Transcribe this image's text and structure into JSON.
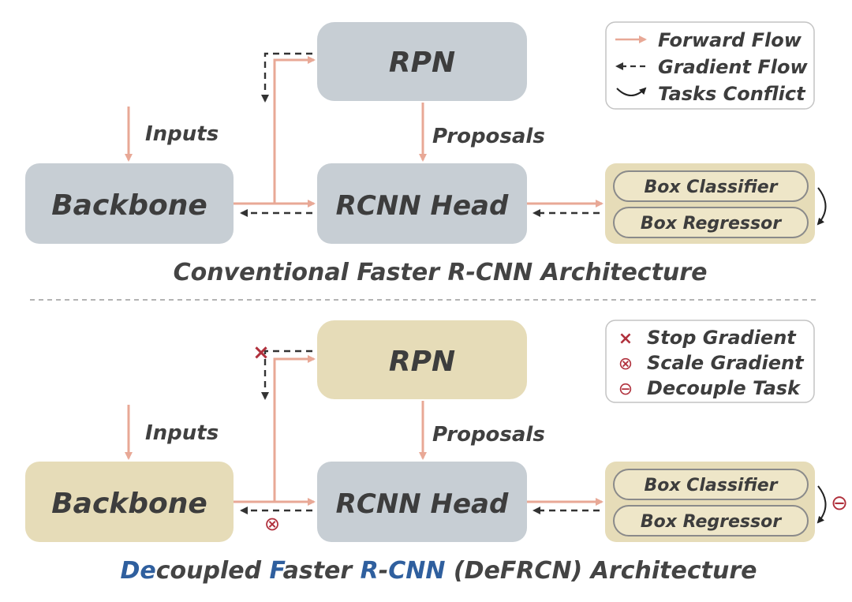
{
  "colors": {
    "gray_block": "#c7ced4",
    "tan_block": "#e6dcb8",
    "forward_flow": "#e8a896",
    "gradient_flow": "#333333",
    "mark_red": "#b0303c",
    "caption_blue": "#2f5f9e"
  },
  "legend_top": {
    "items": [
      {
        "icon": "forward-flow-arrow-icon",
        "label": "Forward Flow"
      },
      {
        "icon": "gradient-flow-arrow-icon",
        "label": "Gradient Flow"
      },
      {
        "icon": "tasks-conflict-icon",
        "label": "Tasks Conflict"
      }
    ]
  },
  "legend_bottom": {
    "items": [
      {
        "icon": "stop-gradient-icon",
        "glyph": "×",
        "label": "Stop  Gradient"
      },
      {
        "icon": "scale-gradient-icon",
        "glyph": "⊗",
        "label": "Scale Gradient"
      },
      {
        "icon": "decouple-task-icon",
        "glyph": "⊖",
        "label": "Decouple Task"
      }
    ]
  },
  "conventional": {
    "rpn": "RPN",
    "backbone": "Backbone",
    "rcnn_head": "RCNN Head",
    "inputs": "Inputs",
    "proposals": "Proposals",
    "box_classifier": "Box Classifier",
    "box_regressor": "Box Regressor",
    "caption": "Conventional Faster R-CNN Architecture"
  },
  "decoupled": {
    "rpn": "RPN",
    "backbone": "Backbone",
    "rcnn_head": "RCNN Head",
    "inputs": "Inputs",
    "proposals": "Proposals",
    "box_classifier": "Box Classifier",
    "box_regressor": "Box Regressor",
    "stop_glyph": "×",
    "scale_glyph": "⊗",
    "decouple_glyph": "⊖",
    "caption_parts": [
      {
        "text": "De",
        "blue": true
      },
      {
        "text": "coupled ",
        "blue": false
      },
      {
        "text": "F",
        "blue": true
      },
      {
        "text": "aster ",
        "blue": false
      },
      {
        "text": "R",
        "blue": true
      },
      {
        "text": "-",
        "blue": false
      },
      {
        "text": "CNN",
        "blue": true
      },
      {
        "text": " (DeFRCN) Architecture",
        "blue": false
      }
    ]
  }
}
